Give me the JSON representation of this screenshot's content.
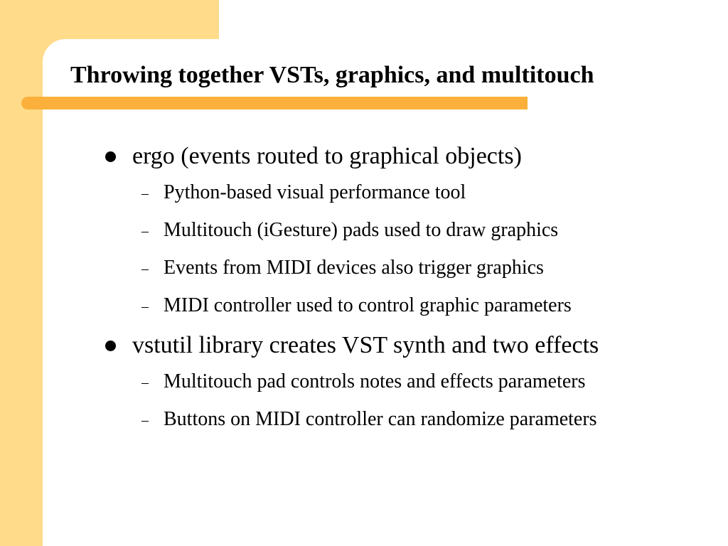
{
  "slide": {
    "title": "Throwing together VSTs, graphics, and multitouch",
    "bullets": [
      {
        "text": "ergo (events routed to graphical objects)",
        "sub": [
          "Python-based visual performance tool",
          "Multitouch (iGesture) pads used to draw graphics",
          "Events from MIDI devices also trigger graphics",
          "MIDI controller used to control graphic parameters"
        ]
      },
      {
        "text": "vstutil library creates VST synth and two effects",
        "sub": [
          "Multitouch pad controls notes and effects parameters",
          "Buttons on MIDI controller can randomize parameters"
        ]
      }
    ]
  },
  "theme": {
    "accent_light": "#ffdb8a",
    "accent_rule": "#fbb03b"
  }
}
